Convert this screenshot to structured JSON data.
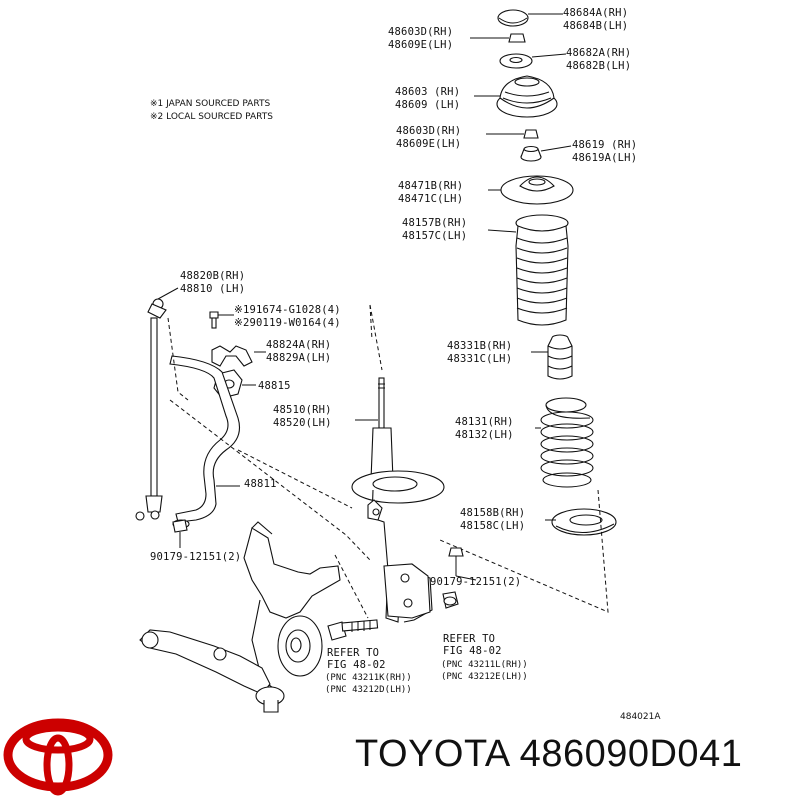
{
  "notes": {
    "japan": "※1 JAPAN SOURCED PARTS",
    "local": "※2 LOCAL SOURCED PARTS"
  },
  "labels": {
    "p48684": [
      "48684A(RH)",
      "48684B(LH)"
    ],
    "p48603d_top": [
      "48603D(RH)",
      "48609E(LH)"
    ],
    "p48682": [
      "48682A(RH)",
      "48682B(LH)"
    ],
    "p48603": [
      "48603 (RH)",
      "48609 (LH)"
    ],
    "p48603d_mid": [
      "48603D(RH)",
      "48609E(LH)"
    ],
    "p48619": [
      "48619 (RH)",
      "48619A(LH)"
    ],
    "p48471": [
      "48471B(RH)",
      "48471C(LH)"
    ],
    "p48157": [
      "48157B(RH)",
      "48157C(LH)"
    ],
    "p48820": [
      "48820B(RH)",
      "48810 (LH)"
    ],
    "p91674": [
      "※191674-G1028(4)",
      "※290119-W0164(4)"
    ],
    "p48824": [
      "48824A(RH)",
      "48829A(LH)"
    ],
    "p48815": "48815",
    "p48510": [
      "48510(RH)",
      "48520(LH)"
    ],
    "p48331": [
      "48331B(RH)",
      "48331C(LH)"
    ],
    "p48131": [
      "48131(RH)",
      "48132(LH)"
    ],
    "p48811": "48811",
    "p48158": [
      "48158B(RH)",
      "48158C(LH)"
    ],
    "p90179_left": "90179-12151(2)",
    "p90179_right": "90179-12151(2)",
    "refer_left": [
      "REFER TO",
      "FIG 48-02",
      "(PNC 43211K(RH))",
      "(PNC 43212D(LH))"
    ],
    "refer_right": [
      "REFER TO",
      "FIG 48-02",
      "(PNC 43211L(RH))",
      "(PNC 43212E(LH))"
    ]
  },
  "diagram_id": "484021A",
  "brand": {
    "name": "TOYOTA",
    "part_number": "486090D041",
    "text": "TOYOTA 486090D041",
    "logo_color": "#cc0000"
  }
}
